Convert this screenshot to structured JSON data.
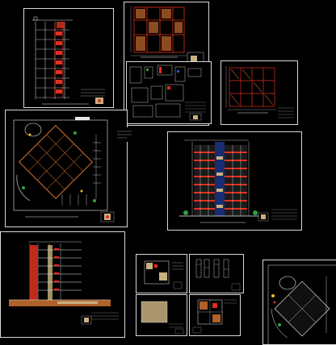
{
  "canvas": {
    "background": "#000000",
    "sheet_border": "#d8d8d8"
  },
  "colors": {
    "structure_red": "#e0301e",
    "concrete_brown": "#b0602a",
    "beige_fill": "#c8b080",
    "line_white": "#e8e8e8",
    "accent_yellow": "#e0c020",
    "accent_green": "#2fa040",
    "accent_blue": "#3050d0"
  },
  "sheets": [
    {
      "id": "sheet-section-a",
      "kind": "building section",
      "icon": "section-drawing-icon"
    },
    {
      "id": "sheet-typical-floor-plan",
      "kind": "floor plan",
      "icon": "floor-plan-icon"
    },
    {
      "id": "sheet-construction-details",
      "kind": "details",
      "icon": "detail-drawing-icon"
    },
    {
      "id": "sheet-roof-plan",
      "kind": "roof plan",
      "icon": "roof-plan-icon"
    },
    {
      "id": "sheet-site-plan",
      "kind": "site plan",
      "icon": "site-plan-icon"
    },
    {
      "id": "sheet-front-elevation",
      "kind": "elevation",
      "icon": "elevation-icon"
    },
    {
      "id": "sheet-side-elevation",
      "kind": "elevation",
      "icon": "elevation-icon"
    },
    {
      "id": "sheet-small-plan-1",
      "kind": "plan",
      "icon": "floor-plan-icon"
    },
    {
      "id": "sheet-small-details",
      "kind": "details",
      "icon": "detail-drawing-icon"
    },
    {
      "id": "sheet-small-plan-2",
      "kind": "plan",
      "icon": "floor-plan-icon"
    },
    {
      "id": "sheet-small-plan-3",
      "kind": "plan",
      "icon": "floor-plan-icon"
    },
    {
      "id": "sheet-site-plan-partial",
      "kind": "site plan",
      "icon": "site-plan-icon"
    }
  ]
}
